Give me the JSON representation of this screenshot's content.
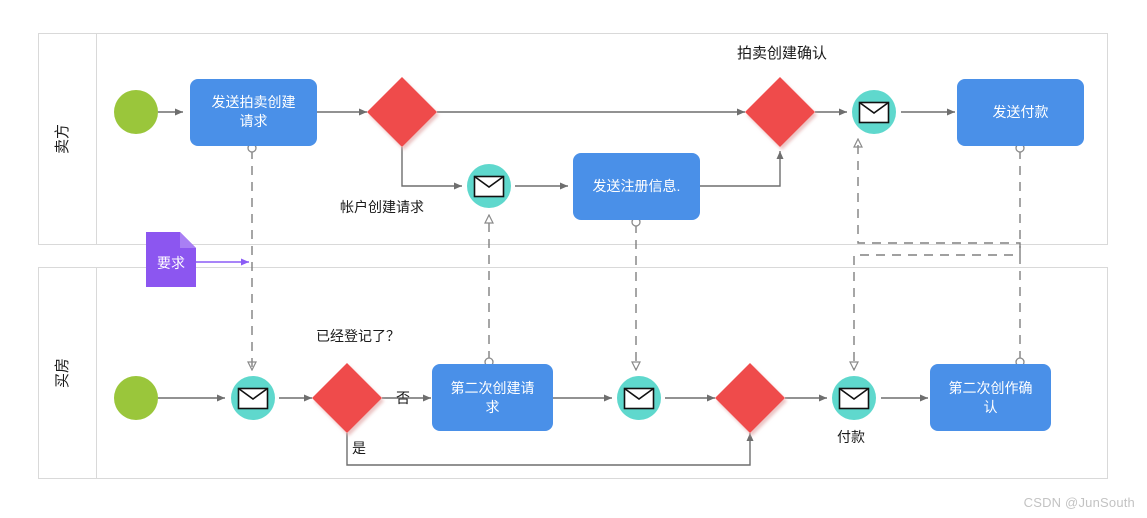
{
  "diagram": {
    "type": "bpmn-collaboration",
    "title_top": "拍卖创建确认",
    "colors": {
      "task_blue": "#4a90e8",
      "gateway_red": "#ef4b4b",
      "start_green": "#9ac63b",
      "message_teal": "#5fd8cd",
      "note_purple": "#8c56f0",
      "lane_border": "#d9d9d9",
      "sequence_flow": "#6e6e6e",
      "message_flow": "#808080"
    }
  },
  "lanes": [
    {
      "id": "seller",
      "label": "卖方"
    },
    {
      "id": "buyer",
      "label": "买房"
    }
  ],
  "seller_lane": {
    "start_event": "start-event",
    "tasks": [
      {
        "id": "task-send-auction-request",
        "label_line1": "发送拍卖创建",
        "label_line2": "请求"
      },
      {
        "id": "task-send-register-info",
        "label_line1": "发送注册信息.",
        "label_line2": ""
      },
      {
        "id": "task-send-payment",
        "label_line1": "发送付款",
        "label_line2": ""
      }
    ],
    "gateways": [
      {
        "id": "gateway-seller-1"
      },
      {
        "id": "gateway-seller-2"
      }
    ],
    "message_events": [
      {
        "id": "msg-event-account-create"
      },
      {
        "id": "msg-event-auction-confirm"
      }
    ],
    "edge_labels": [
      {
        "id": "label-account-create-request",
        "text": "帐户创建请求"
      }
    ],
    "section_title": "拍卖创建确认"
  },
  "buyer_lane": {
    "start_event": "start-event",
    "tasks": [
      {
        "id": "task-second-create-request",
        "label_line1": "第二次创建请",
        "label_line2": "求"
      },
      {
        "id": "task-second-create-confirm",
        "label_line1": "第二次创作确",
        "label_line2": "认"
      }
    ],
    "gateways": [
      {
        "id": "gateway-buyer-1"
      },
      {
        "id": "gateway-buyer-2"
      }
    ],
    "message_events": [
      {
        "id": "msg-event-buyer-1"
      },
      {
        "id": "msg-event-buyer-2"
      },
      {
        "id": "msg-event-payment"
      }
    ],
    "edge_labels": [
      {
        "id": "label-already-registered",
        "text": "已经登记了？"
      },
      {
        "id": "label-no",
        "text": "否"
      },
      {
        "id": "label-yes",
        "text": "是"
      },
      {
        "id": "label-payment",
        "text": "付款"
      }
    ]
  },
  "note": {
    "id": "note-requirement",
    "label": "要求"
  },
  "watermark": {
    "text": "CSDN @JunSouth"
  }
}
